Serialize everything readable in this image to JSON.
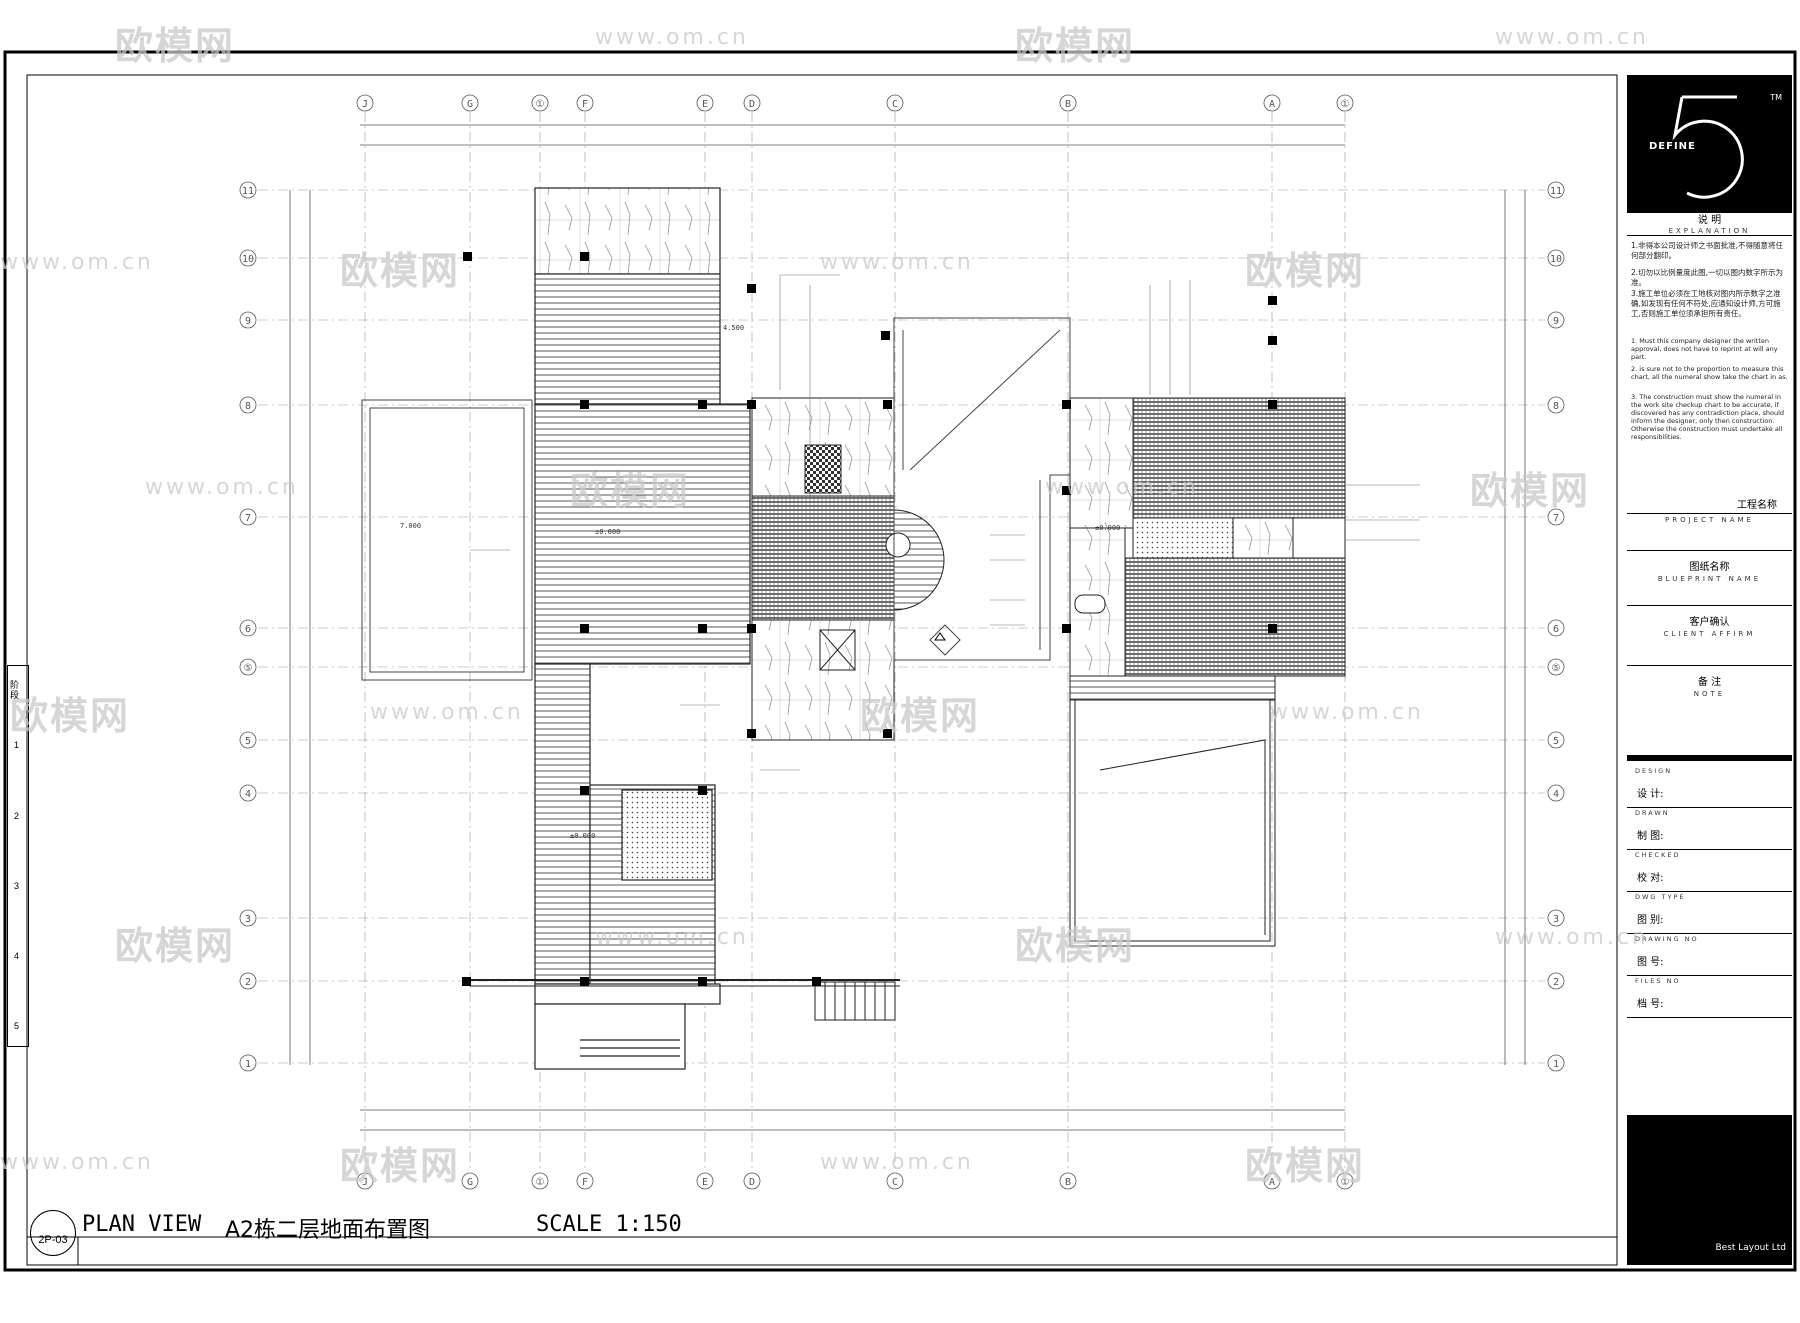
{
  "drawing": {
    "grid_columns": [
      "J",
      "G",
      "①",
      "F",
      "E",
      "D",
      "C",
      "B",
      "A",
      "①"
    ],
    "grid_rows": [
      "11",
      "10",
      "9",
      "8",
      "7",
      "6",
      "⑤",
      "5",
      "4",
      "3",
      "2",
      "1"
    ],
    "level_labels": [
      "4.500",
      "7.000",
      "±0.000",
      "±0.000",
      "±0.000"
    ]
  },
  "title_block": {
    "brand": "DEFINE",
    "tm": "TM",
    "explanation_cn": "说    明",
    "explanation_en": "EXPLANATION",
    "notes_cn": [
      "1.非得本公司设计师之书面批准,不得随意将任何部分翻印。",
      "2.切勿以比例量度此图,一切以图内数字所示为准。",
      "3.施工单位必须在工地核对图内所示数字之准确,如发现有任何不符处,应通知设计师,方可施工,否则施工单位须承担所有责任。"
    ],
    "notes_en": [
      "1. Must this company designer the written approval, does not have to reprint at will any part.",
      "2. is sure not to the proportion to measure this chart, all the numeral show take the chart in as.",
      "3. The construction must show the numeral in the work site checkup chart to be accurate, if discovered has any contradiction place, should inform the designer, only then construction. Otherwise the construction must undertake all responsibilities."
    ],
    "project_name_cn": "工程名称",
    "project_name_en": "PROJECT NAME",
    "blueprint_name_cn": "图纸名称",
    "blueprint_name_en": "BLUEPRINT NAME",
    "client_affirm_cn": "客户确认",
    "client_affirm_en": "CLIENT AFFIRM",
    "note_cn": "备    注",
    "note_en": "NOTE",
    "fields": [
      {
        "en": "DESIGN",
        "cn": "设    计:"
      },
      {
        "en": "DRAWN",
        "cn": "制    图:"
      },
      {
        "en": "CHECKED",
        "cn": "校    对:"
      },
      {
        "en": "DWG TYPE",
        "cn": "图    别:"
      },
      {
        "en": "DRAWING NO",
        "cn": "图    号:"
      },
      {
        "en": "FILES NO",
        "cn": "档    号:"
      }
    ],
    "bottom_logo_text": "Best Layout Ltd"
  },
  "title_row": {
    "sheet_no": "2P-03",
    "plan_view": "PLAN VIEW",
    "title_cn": "A2栋二层地面布置图",
    "scale": "SCALE 1:150"
  },
  "side_box": {
    "label": "阶段",
    "rows": [
      "1",
      "2",
      "3",
      "4",
      "5"
    ]
  },
  "watermarks": {
    "cn": "欧模网",
    "url": "www.om.cn"
  }
}
